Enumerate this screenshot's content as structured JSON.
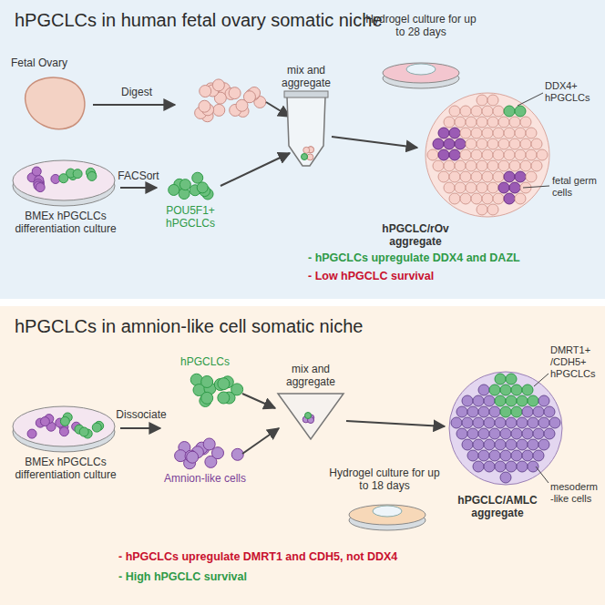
{
  "diagram": {
    "nodes": [
      {
        "text": [
          "hPGCLCs in human fetal ovary somatic niche"
        ]
      },
      {
        "text": [
          "hPGCLCs in amnion-like cell somatic niche"
        ]
      }
    ],
    "labels": [
      "Fetal Ovary",
      "Digest",
      "BMEx hPGCLCs differentiation culture",
      "FACSort",
      "POU5F1+ hPGCLCs",
      "mix and aggregate",
      "Hydrogel culture for up to 28 days",
      "DDX4+ hPGCLCs",
      "fetal germ cells",
      "hPGCLC/rOv aggregate",
      "- hPGCLCs upregulate DDX4 and DAZL",
      "- Low hPGCLC survival",
      "hPGCLCs",
      "Dissociate",
      "Amnion-like cells",
      "BMEx hPGCLCs differentiation culture",
      "mix and aggregate",
      "Hydrogel culture for up to 18 days",
      "DMRT1+ /CDH5+ hPGCLCs",
      "mesoderm -like cells",
      "hPGCLC/AMLC aggregate",
      "- hPGCLCs upregulate DMRT1 and CDH5, not DDX4",
      "- High hPGCLC survival"
    ]
  }
}
